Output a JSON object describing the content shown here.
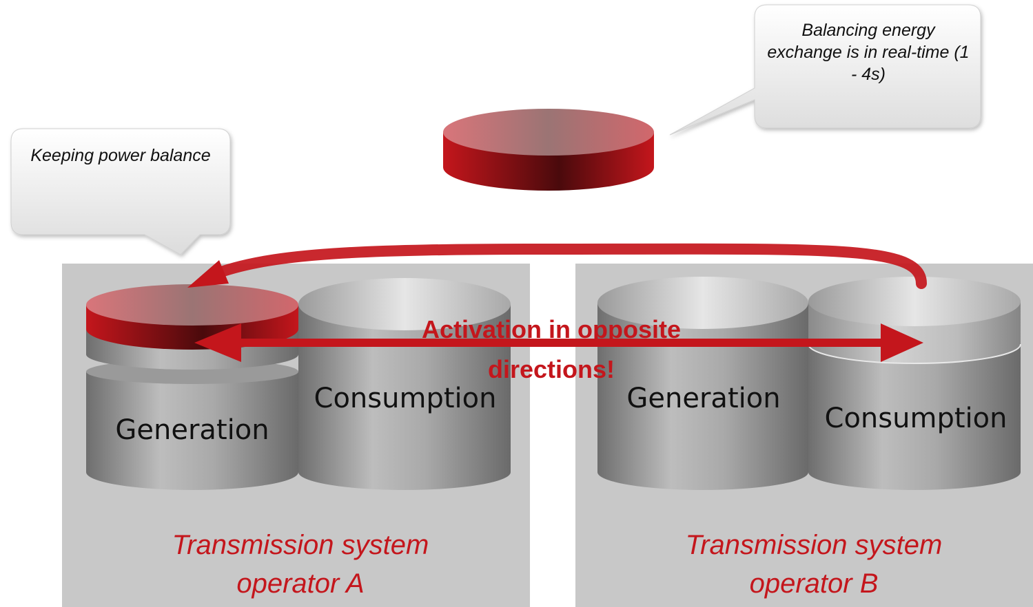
{
  "callouts": {
    "left": "Keeping power balance",
    "right": "Balancing energy exchange is in real-time (1 - 4s)"
  },
  "operators": {
    "a": {
      "label": "Transmission system operator A",
      "generation": "Generation",
      "consumption": "Consumption"
    },
    "b": {
      "label": "Transmission system operator B",
      "generation": "Generation",
      "consumption": "Consumption"
    }
  },
  "activation_text": "Activation in opposite directions!",
  "colors": {
    "accent": "#c4161c",
    "panel": "#c8c8c8"
  }
}
